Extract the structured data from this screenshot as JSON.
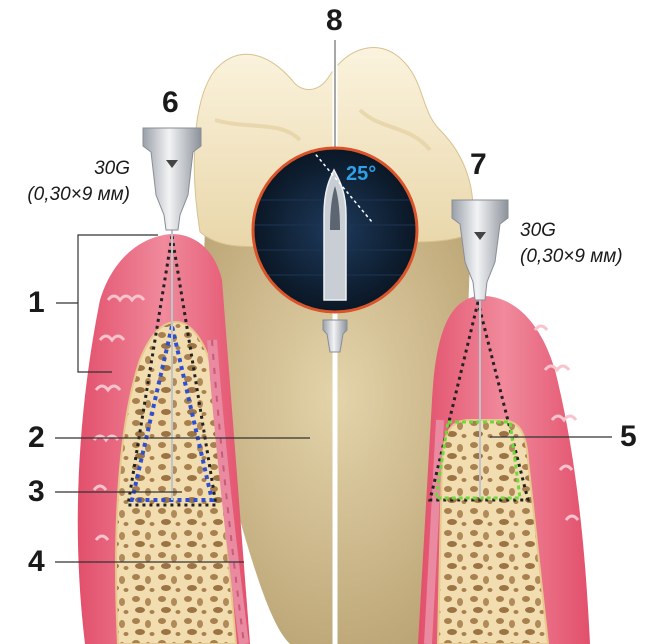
{
  "labels": {
    "n1": "1",
    "n2": "2",
    "n3": "3",
    "n4": "4",
    "n5": "5",
    "n6": "6",
    "n7": "7",
    "n8": "8"
  },
  "needle_left": {
    "gauge": "30G",
    "size": "(0,30×9 мм)"
  },
  "needle_right": {
    "gauge": "30G",
    "size": "(0,30×9 мм)"
  },
  "bevel_angle": "25°",
  "colors": {
    "gingiva": "#e8697f",
    "gingiva_dark": "#c9415c",
    "gingiva_light": "#f6b3bf",
    "bone": "#f2ddb0",
    "bone_pore": "#a8804e",
    "root": "#c8b487",
    "crown": "#f3e6c6",
    "zone_blue": "#2f4fd0",
    "zone_green": "#6fd83a",
    "inset_bg": "#0f2036",
    "inset_border": "#d9532b"
  }
}
